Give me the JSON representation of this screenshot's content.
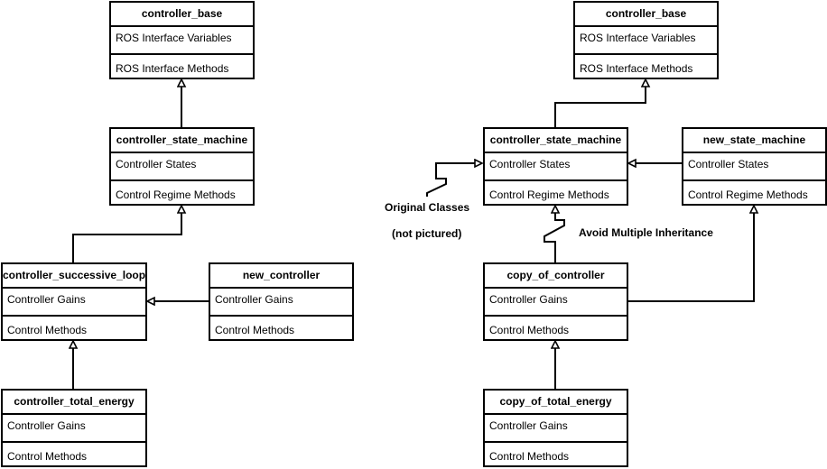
{
  "left": {
    "base": {
      "title": "controller_base",
      "row1": "ROS Interface Variables",
      "row2": "ROS Interface Methods"
    },
    "state_machine": {
      "title": "controller_state_machine",
      "row1": "Controller States",
      "row2": "Control Regime Methods"
    },
    "successive_loop": {
      "title": "controller_successive_loop",
      "row1": "Controller Gains",
      "row2": "Control Methods"
    },
    "new_controller": {
      "title": "new_controller",
      "row1": "Controller Gains",
      "row2": "Control Methods"
    },
    "total_energy": {
      "title": "controller_total_energy",
      "row1": "Controller Gains",
      "row2": "Control Methods"
    }
  },
  "right": {
    "base": {
      "title": "controller_base",
      "row1": "ROS Interface Variables",
      "row2": "ROS Interface Methods"
    },
    "state_machine": {
      "title": "controller_state_machine",
      "row1": "Controller States",
      "row2": "Control Regime Methods"
    },
    "new_state_machine": {
      "title": "new_state_machine",
      "row1": "Controller States",
      "row2": "Control Regime Methods"
    },
    "copy_controller": {
      "title": "copy_of_controller",
      "row1": "Controller Gains",
      "row2": "Control Methods"
    },
    "copy_total_energy": {
      "title": "copy_of_total_energy",
      "row1": "Controller Gains",
      "row2": "Control Methods"
    }
  },
  "annotations": {
    "original_classes": "Original Classes",
    "not_pictured": "(not pictured)",
    "avoid_multiple": "Avoid Multiple Inheritance"
  }
}
